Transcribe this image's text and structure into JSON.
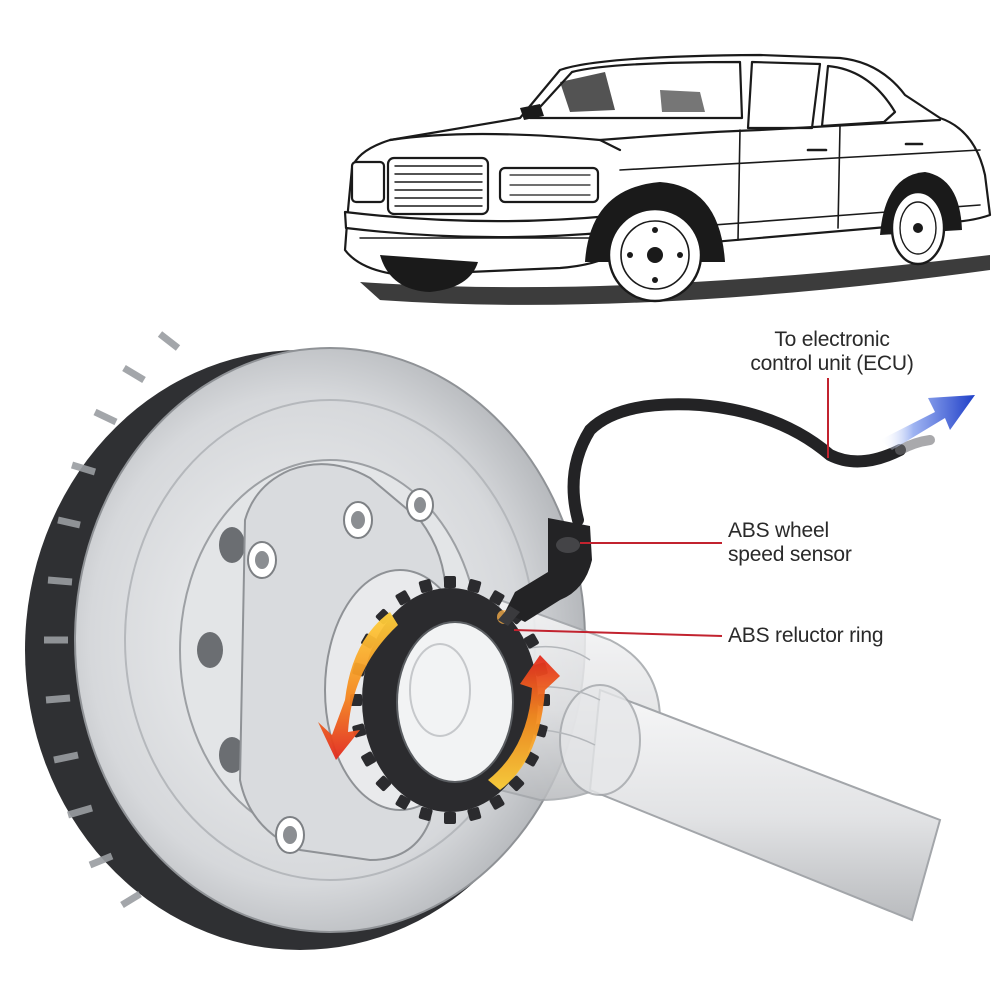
{
  "labels": {
    "ecu": [
      "To electronic",
      "control unit (ECU)"
    ],
    "sensor": [
      "ABS wheel",
      "speed sensor"
    ],
    "ring": "ABS reluctor ring"
  },
  "colors": {
    "leader_line": "#c2232f",
    "arrow_heat_start": "#ffd23c",
    "arrow_heat_end": "#e2281e",
    "ecu_arrow": "#1f3fc8",
    "rotor": "#cfd1d4",
    "rotor_dark": "#2f3033",
    "cable": "#232325",
    "reluctor": "#2b2b2e"
  },
  "icons": {
    "car": "sedan-line-drawing",
    "rotor": "brake-disc-rotor",
    "ring": "toothed-reluctor-ring",
    "sensor": "wheel-speed-sensor",
    "ecu_arrow": "direction-arrow-icon"
  }
}
